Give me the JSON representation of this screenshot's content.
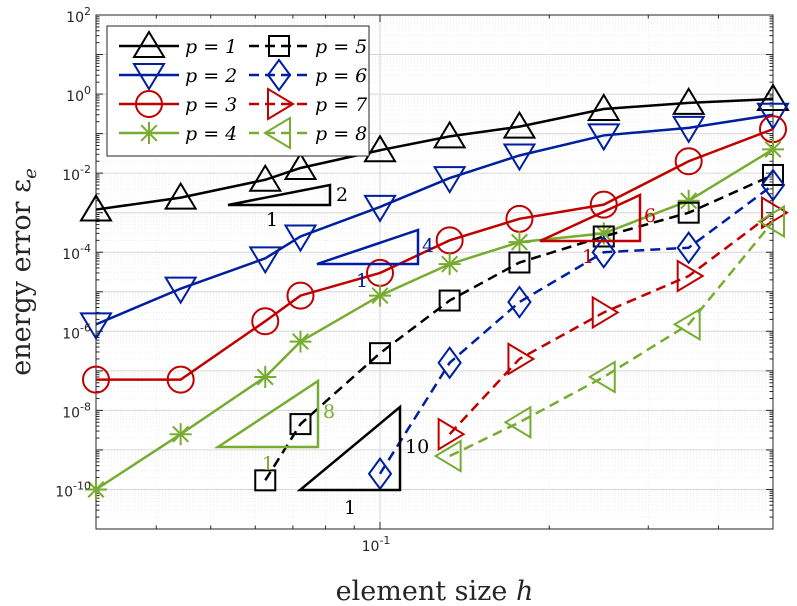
{
  "chart_data": {
    "type": "line",
    "xlabel": "element size h",
    "ylabel": "energy error ε_e",
    "xscale": "log",
    "yscale": "log",
    "xlim": [
      0.03125,
      0.5
    ],
    "ylim": [
      1e-11,
      100
    ],
    "grid": "on (major and minor)",
    "legend_placement": "top-left",
    "x_tick_labels": [
      {
        "value": 0.1,
        "label": "10^-1"
      }
    ],
    "y_tick_labels": [
      {
        "value": 100,
        "label": "10^2"
      },
      {
        "value": 1,
        "label": "10^0"
      },
      {
        "value": 0.01,
        "label": "10^-2"
      },
      {
        "value": 0.0001,
        "label": "10^-4"
      },
      {
        "value": 1e-06,
        "label": "10^-6"
      },
      {
        "value": 1e-08,
        "label": "10^-8"
      },
      {
        "value": 1e-10,
        "label": "10^-10"
      }
    ],
    "series": [
      {
        "name": "p = 1",
        "color": "#000000",
        "dash": "solid",
        "marker": "triangle-up",
        "x": [
          0.03125,
          0.0442,
          0.0625,
          0.0722,
          0.1,
          0.133,
          0.177,
          0.25,
          0.354,
          0.5
        ],
        "y": [
          0.0012,
          0.0024,
          0.0068,
          0.0135,
          0.038,
          0.085,
          0.15,
          0.42,
          0.6,
          0.75
        ]
      },
      {
        "name": "p = 2",
        "color": "#001fa0",
        "dash": "solid",
        "marker": "triangle-down",
        "x": [
          0.03125,
          0.0442,
          0.0625,
          0.0722,
          0.1,
          0.133,
          0.177,
          0.25,
          0.354,
          0.5
        ],
        "y": [
          1.5e-06,
          1.2e-05,
          7e-05,
          0.00025,
          0.0014,
          0.0075,
          0.028,
          0.09,
          0.14,
          0.3
        ]
      },
      {
        "name": "p = 3",
        "color": "#c00000",
        "dash": "solid",
        "marker": "circle",
        "x": [
          0.03125,
          0.0442,
          0.0625,
          0.0722,
          0.1,
          0.133,
          0.177,
          0.25,
          0.354,
          0.5
        ],
        "y": [
          6e-08,
          6e-08,
          1.8e-06,
          8e-06,
          3e-05,
          0.0002,
          0.0007,
          0.0016,
          0.02,
          0.13
        ]
      },
      {
        "name": "p = 4",
        "color": "#77ac30",
        "dash": "solid",
        "marker": "asterisk",
        "x": [
          0.03125,
          0.0442,
          0.0625,
          0.0722,
          0.1,
          0.133,
          0.177,
          0.25,
          0.354,
          0.5
        ],
        "y": [
          1e-10,
          2.5e-09,
          7e-08,
          5.5e-07,
          8e-06,
          5e-05,
          0.00018,
          0.0003,
          0.002,
          0.04
        ]
      },
      {
        "name": "p = 5",
        "color": "#000000",
        "dash": "dashed",
        "marker": "square",
        "x": [
          0.0625,
          0.0722,
          0.1,
          0.133,
          0.177,
          0.25,
          0.354,
          0.5
        ],
        "y": [
          1.7e-10,
          4.5e-09,
          2.8e-07,
          6e-06,
          5.5e-05,
          0.00025,
          0.001,
          0.009
        ]
      },
      {
        "name": "p = 6",
        "color": "#001fa0",
        "dash": "dashed",
        "marker": "diamond",
        "x": [
          0.1,
          0.133,
          0.177,
          0.25,
          0.354,
          0.5
        ],
        "y": [
          2.5e-10,
          1.6e-07,
          5.5e-06,
          0.0001,
          0.00013,
          0.005
        ]
      },
      {
        "name": "p = 7",
        "color": "#c00000",
        "dash": "dashed",
        "marker": "triangle-right",
        "x": [
          0.133,
          0.177,
          0.25,
          0.354,
          0.5
        ],
        "y": [
          2.5e-09,
          2e-07,
          3e-06,
          2.5e-05,
          0.001
        ]
      },
      {
        "name": "p = 8",
        "color": "#77ac30",
        "dash": "dashed",
        "marker": "triangle-left",
        "x": [
          0.133,
          0.177,
          0.25,
          0.354,
          0.5
        ],
        "y": [
          7e-10,
          5e-09,
          7e-08,
          1.5e-06,
          0.0006
        ]
      }
    ],
    "slope_triangles": [
      {
        "color": "#000000",
        "rise_label": "2",
        "run_label": "1"
      },
      {
        "color": "#001fa0",
        "rise_label": "4",
        "run_label": "1"
      },
      {
        "color": "#c00000",
        "rise_label": "6",
        "run_label": "1"
      },
      {
        "color": "#77ac30",
        "rise_label": "8",
        "run_label": "1"
      },
      {
        "color": "#000000",
        "rise_label": "10",
        "run_label": "1"
      }
    ]
  }
}
